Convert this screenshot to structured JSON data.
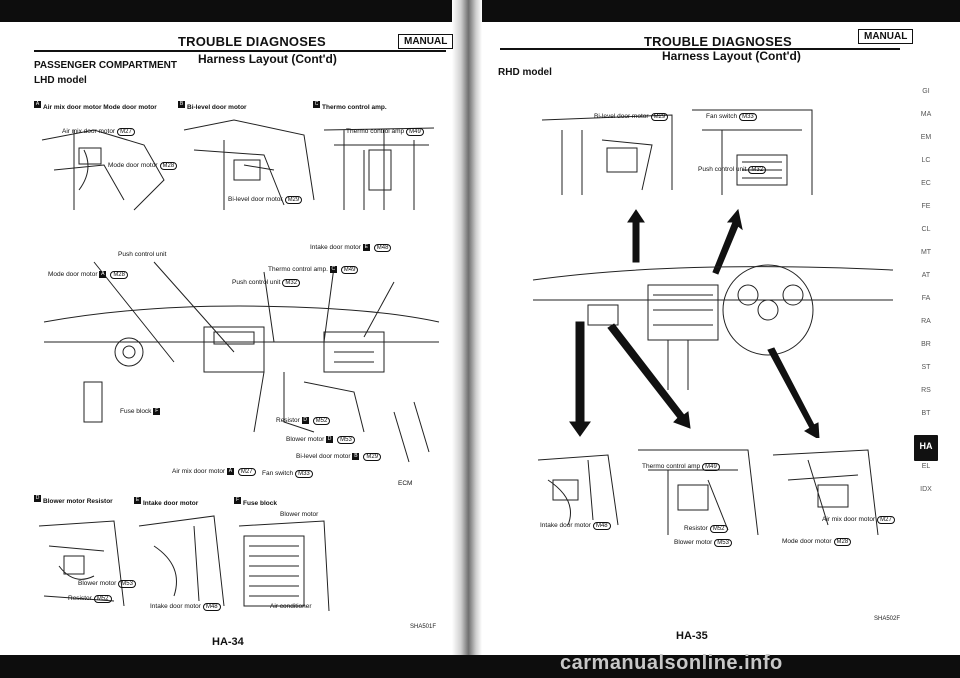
{
  "left": {
    "header_title": "TROUBLE DIAGNOSES",
    "badge": "MANUAL",
    "subtitle": "Harness Layout (Cont'd)",
    "section": "PASSENGER COMPARTMENT",
    "model": "LHD model",
    "panels_top": [
      {
        "letter": "A",
        "title": "Air mix door motor Mode door motor"
      },
      {
        "letter": "B",
        "title": "Bi-level door motor"
      },
      {
        "letter": "C",
        "title": "Thermo control amp."
      }
    ],
    "callouts_top": [
      {
        "text": "Air mix door motor",
        "conn": "M27"
      },
      {
        "text": "Mode door motor",
        "conn": "M28"
      },
      {
        "text": "Bi-level door motor",
        "conn": "M29"
      },
      {
        "text": "Thermo control amp",
        "conn": "M49"
      }
    ],
    "callouts_mid": [
      {
        "text": "Push control unit",
        "conn": ""
      },
      {
        "text": "Intake door motor",
        "box": "E",
        "conn": "M48"
      },
      {
        "text": "Thermo control amp.",
        "box": "C",
        "conn": "M49"
      },
      {
        "text": "Mode door motor",
        "box": "A",
        "conn": "M28"
      },
      {
        "text": "Push control unit",
        "conn": "M32"
      },
      {
        "text": "Fuse block",
        "box": "F",
        "conn": ""
      },
      {
        "text": "Resistor",
        "box": "D",
        "conn": "M52"
      },
      {
        "text": "Blower motor",
        "box": "D",
        "conn": "M53"
      },
      {
        "text": "Bi-level door motor",
        "box": "B",
        "conn": "M29"
      },
      {
        "text": "Air mix door motor",
        "box": "A",
        "conn": "M27"
      },
      {
        "text": "Fan switch",
        "conn": "M33"
      },
      {
        "text": "ECM",
        "conn": ""
      }
    ],
    "panels_bottom": [
      {
        "letter": "D",
        "title": "Blower motor Resistor"
      },
      {
        "letter": "E",
        "title": "Intake door motor"
      },
      {
        "letter": "F",
        "title": "Fuse block"
      }
    ],
    "callouts_bottom": [
      {
        "text": "Blower motor",
        "conn": "M53"
      },
      {
        "text": "Resistor",
        "conn": "M52"
      },
      {
        "text": "Intake door motor",
        "conn": "M48"
      },
      {
        "text": "Blower motor",
        "conn": ""
      },
      {
        "text": "Air conditioner",
        "conn": ""
      }
    ],
    "figure_code": "SHA501F",
    "page": "HA-34"
  },
  "right": {
    "header_title": "TROUBLE DIAGNOSES",
    "badge": "MANUAL",
    "subtitle": "Harness Layout (Cont'd)",
    "model": "RHD model",
    "callouts": [
      {
        "text": "Bi-level door motor",
        "conn": "M29"
      },
      {
        "text": "Fan switch",
        "conn": "M33"
      },
      {
        "text": "Push control unit",
        "conn": "M32"
      },
      {
        "text": "Thermo control amp",
        "conn": "M49"
      },
      {
        "text": "Intake door motor",
        "conn": "M48"
      },
      {
        "text": "Resistor",
        "conn": "M52"
      },
      {
        "text": "Blower motor",
        "conn": "M53"
      },
      {
        "text": "Air mix door motor",
        "conn": "M27"
      },
      {
        "text": "Mode door motor",
        "conn": "M28"
      }
    ],
    "figure_code": "SHA502F",
    "page": "HA-35"
  },
  "side_tabs": [
    "GI",
    "MA",
    "EM",
    "LC",
    "EC",
    "FE",
    "CL",
    "MT",
    "AT",
    "FA",
    "RA",
    "BR",
    "ST",
    "RS",
    "BT",
    "HA",
    "EL",
    "IDX"
  ],
  "active_tab": "HA",
  "watermark": "carmanualsonline.info"
}
